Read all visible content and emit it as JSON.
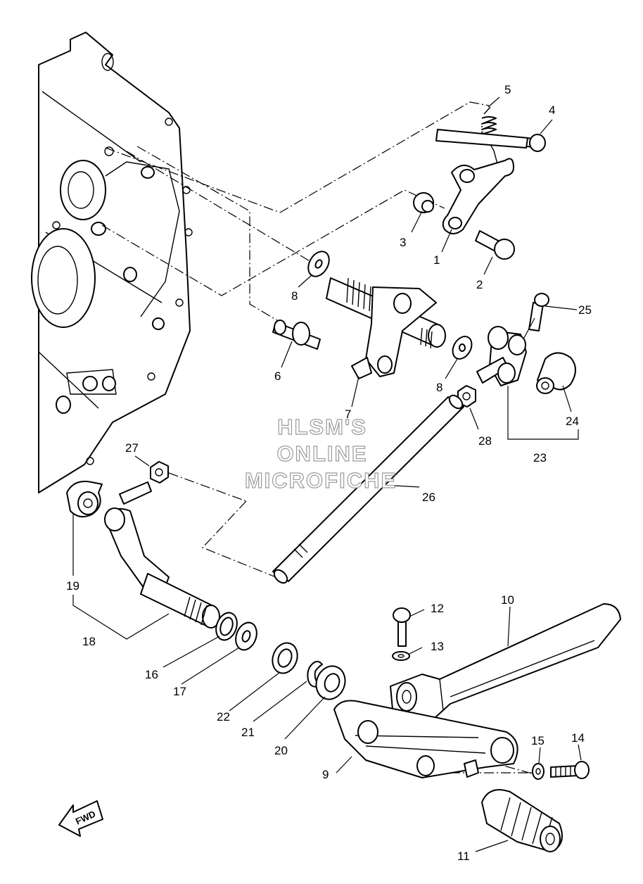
{
  "watermark": {
    "line1": "HLSM'S",
    "line2": "ONLINE",
    "line3": "MICROFICHE"
  },
  "direction_label": "FWD",
  "callouts": {
    "c1": "1",
    "c2": "2",
    "c3": "3",
    "c4": "4",
    "c5": "5",
    "c6": "6",
    "c7": "7",
    "c8a": "8",
    "c8b": "8",
    "c9": "9",
    "c10": "10",
    "c11": "11",
    "c12": "12",
    "c13": "13",
    "c14": "14",
    "c15": "15",
    "c16": "16",
    "c17": "17",
    "c18": "18",
    "c19": "19",
    "c20": "20",
    "c21": "21",
    "c22": "22",
    "c23": "23",
    "c24": "24",
    "c25": "25",
    "c26": "26",
    "c27": "27",
    "c28": "28"
  }
}
